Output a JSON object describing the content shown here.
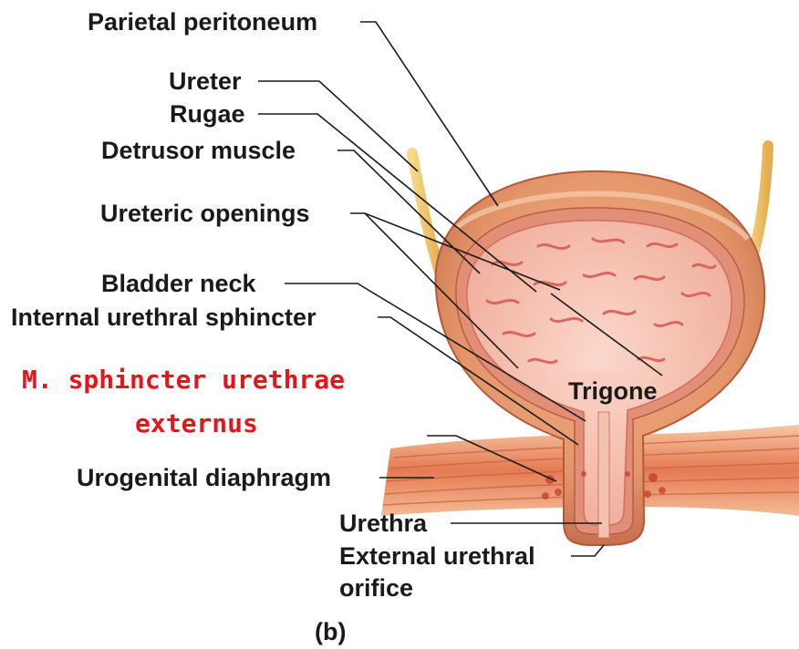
{
  "labels": {
    "parietal_peritoneum": "Parietal peritoneum",
    "ureter": "Ureter",
    "rugae": "Rugae",
    "detrusor_muscle": "Detrusor muscle",
    "ureteric_openings": "Ureteric openings",
    "bladder_neck": "Bladder neck",
    "internal_urethral_sphincter": "Internal urethral sphincter",
    "trigone": "Trigone",
    "urogenital_diaphragm": "Urogenital diaphragm",
    "urethra": "Urethra",
    "external_urethral_orifice_line1": "External urethral",
    "external_urethral_orifice_line2": "orifice",
    "panel": "(b)"
  },
  "annotation": {
    "line1": "M. sphincter urethrae",
    "line2": "externus"
  },
  "colors": {
    "label_text": "#1a1a1a",
    "annotation_red": "#e8141b",
    "bladder_outer": "#e49a72",
    "bladder_inner": "#f6c7ba",
    "rugae": "#d9665f",
    "ureter": "#f2c96a",
    "diaphragm_muscle": "#e27a55"
  }
}
